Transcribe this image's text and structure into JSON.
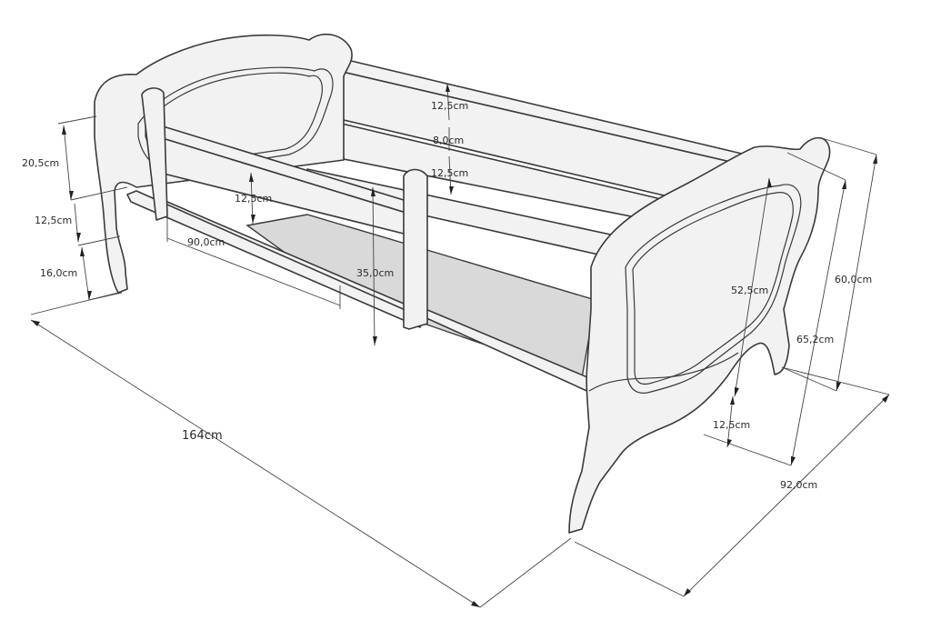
{
  "diagram": {
    "dimensions": {
      "total_length": "164cm",
      "total_width": "92,0cm",
      "headboard_height": "65,2cm",
      "footboard_height": "60,0cm",
      "headboard_panel": "52,5cm",
      "leg_clearance_right": "12,5cm",
      "left_top_section": "20,5cm",
      "left_mid_section": "12,5cm",
      "left_leg_height": "16,0cm",
      "rail_gap_front": "12,5cm",
      "guard_opening": "90,0cm",
      "inner_depth": "35,0cm",
      "back_board_top": "12,5cm",
      "back_board_gap": "8,0cm",
      "back_board_bottom": "12,5cm"
    }
  }
}
